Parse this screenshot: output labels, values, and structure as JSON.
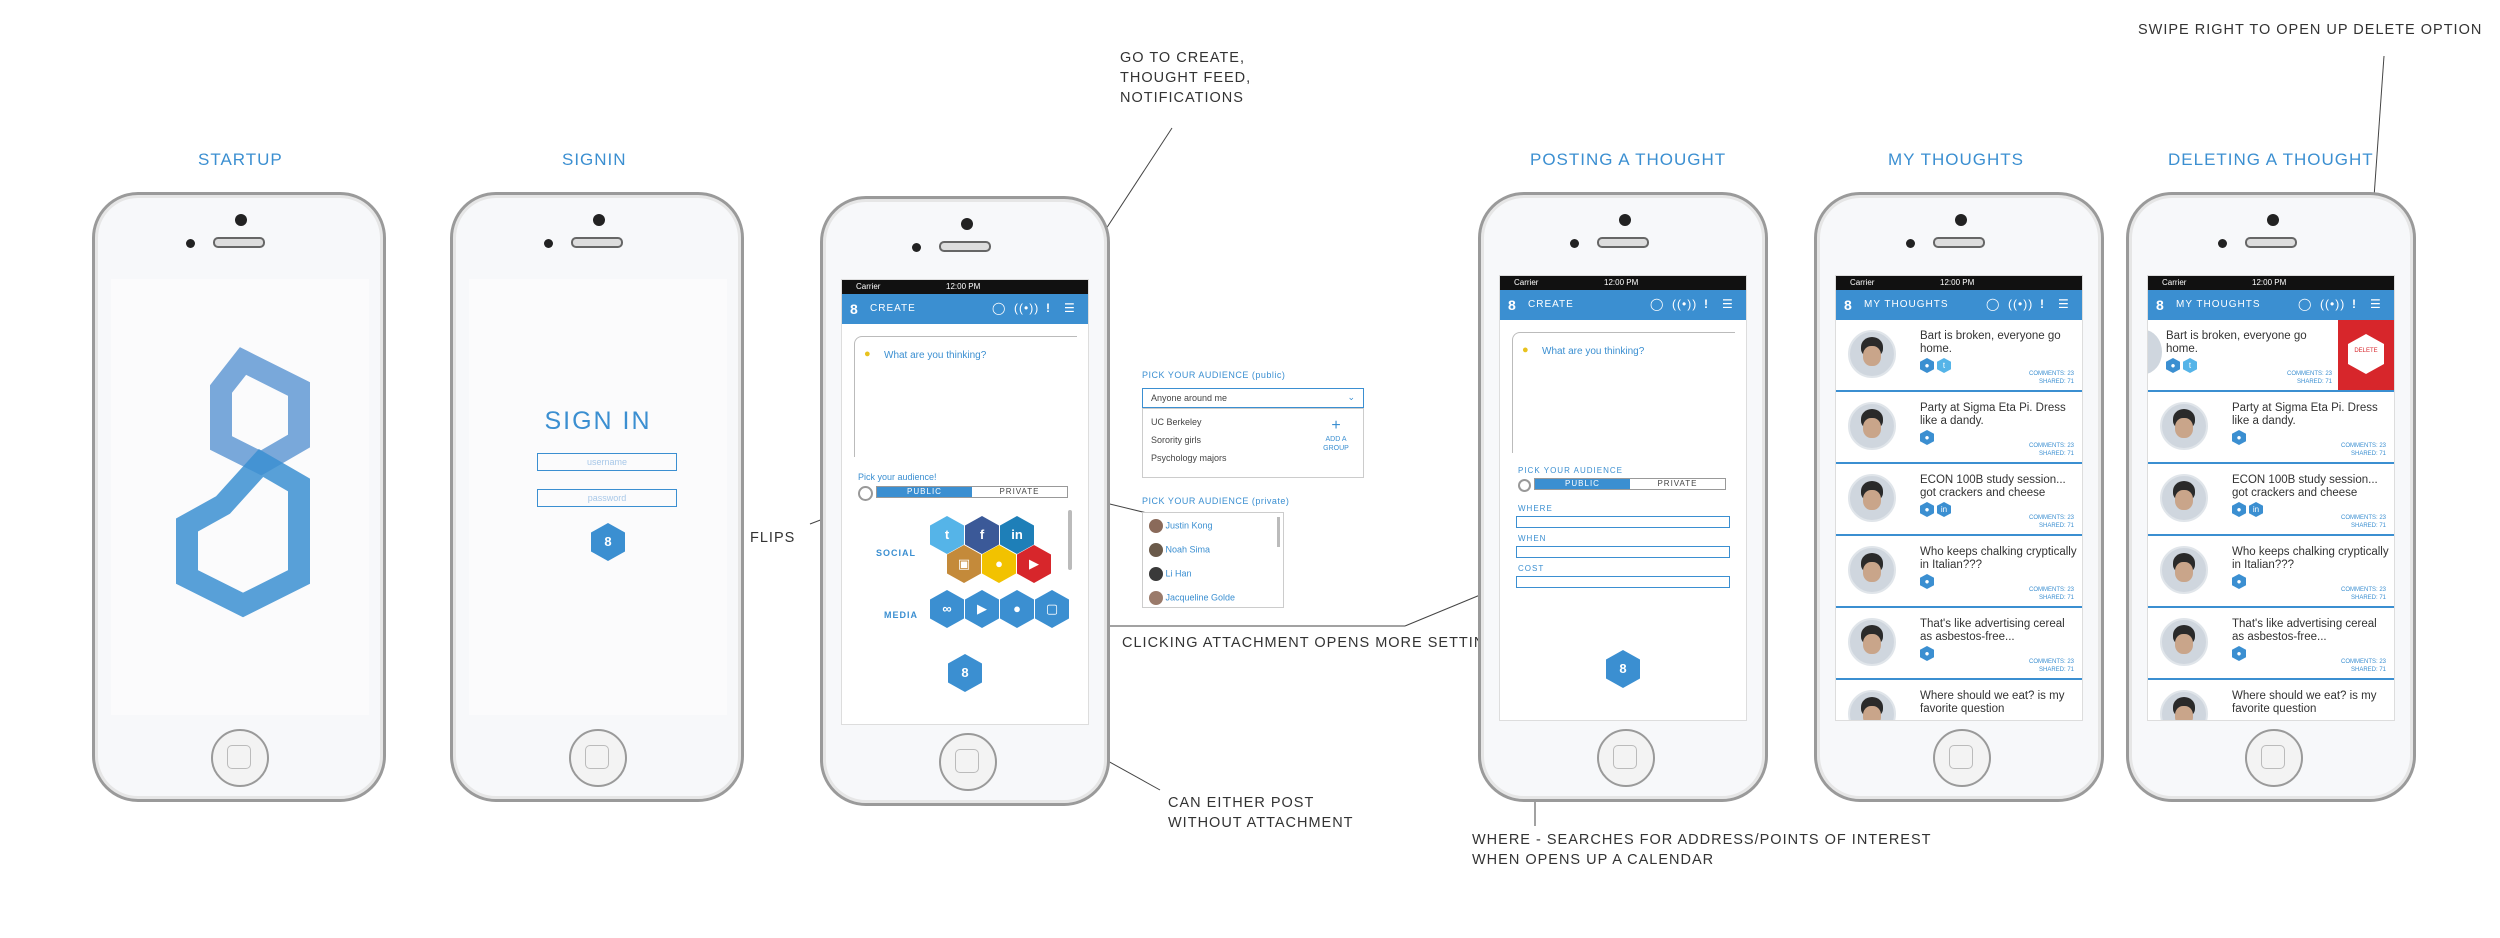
{
  "titles": {
    "startup": "STARTUP",
    "signin": "SIGNIN",
    "posting": "POSTING A THOUGHT",
    "my_thoughts": "MY THOUGHTS",
    "deleting": "DELETING A THOUGHT"
  },
  "annotations": {
    "go_to_create": [
      "GO TO CREATE,",
      "THOUGHT FEED,",
      "NOTIFICATIONS"
    ],
    "flips": "FLIPS",
    "clicking_attachment": "CLICKING ATTACHMENT OPENS MORE SETTINGS",
    "can_either_post": [
      "CAN EITHER POST",
      "WITHOUT ATTACHMENT"
    ],
    "where_searches": [
      "WHERE - SEARCHES FOR ADDRESS/POINTS OF INTEREST",
      "WHEN OPENS UP A CALENDAR"
    ],
    "swipe_right": "SWIPE RIGHT TO OPEN UP DELETE OPTION"
  },
  "status": {
    "carrier": "Carrier",
    "time": "12:00 PM"
  },
  "signin": {
    "heading": "SIGN IN",
    "username_placeholder": "username",
    "password_placeholder": "password"
  },
  "create": {
    "appbar_title": "CREATE",
    "prompt": "What are you thinking?",
    "pick_audience": "Pick your audience!",
    "public": "PUBLIC",
    "private": "PRIVATE",
    "social_label": "SOCIAL",
    "media_label": "MEDIA"
  },
  "audience_public": {
    "header": "PICK YOUR AUDIENCE (public)",
    "selected": "Anyone around me",
    "groups": [
      "UC Berkeley",
      "Sorority girls",
      "Psychology majors"
    ],
    "add_group": [
      "ADD A",
      "GROUP"
    ]
  },
  "audience_private": {
    "header": "PICK YOUR AUDIENCE (private)",
    "people": [
      "Justin Kong",
      "Noah Sima",
      "Li Han",
      "Jacqueline Golde"
    ]
  },
  "posting": {
    "appbar_title": "CREATE",
    "prompt": "What are you thinking?",
    "pick_audience": "PICK YOUR AUDIENCE",
    "public": "PUBLIC",
    "private": "PRIVATE",
    "where": "WHERE",
    "when": "WHEN",
    "cost": "COST"
  },
  "my_thoughts": {
    "appbar_title": "MY THOUGHTS",
    "items": [
      {
        "text": "Bart is broken, everyone go home.",
        "comments": "COMMENTS: 23",
        "shared": "SHARED: 71"
      },
      {
        "text": "Party at Sigma Eta Pi. Dress like a dandy.",
        "comments": "COMMENTS: 23",
        "shared": "SHARED: 71"
      },
      {
        "text": "ECON 100B study session... got crackers and cheese",
        "comments": "COMMENTS: 23",
        "shared": "SHARED: 71"
      },
      {
        "text": "Who keeps chalking cryptically in Italian???",
        "comments": "COMMENTS: 23",
        "shared": "SHARED: 71"
      },
      {
        "text": "That's like advertising cereal as asbestos-free...",
        "comments": "COMMENTS: 23",
        "shared": "SHARED: 71"
      },
      {
        "text": "Where should we eat? is my favorite question",
        "comments": "",
        "shared": ""
      }
    ]
  },
  "deleting": {
    "appbar_title": "MY THOUGHTS",
    "delete_label": "DELETE"
  },
  "colors": {
    "accent": "#3b8fd1",
    "delete": "#d7262b",
    "twitter": "#55b4e8",
    "facebook": "#3b5998",
    "linkedin": "#1e7fb8",
    "instagram": "#c48a3a",
    "snapchat": "#f2c200",
    "youtube": "#d7262b"
  },
  "icons": [
    "logo-icon",
    "bulb-icon",
    "broadcast-icon",
    "alert-icon",
    "menu-icon",
    "twitter-icon",
    "facebook-icon",
    "linkedin-icon",
    "instagram-icon",
    "snapchat-icon",
    "youtube-icon",
    "link-icon",
    "play-icon",
    "location-icon",
    "image-icon",
    "delete-icon"
  ]
}
